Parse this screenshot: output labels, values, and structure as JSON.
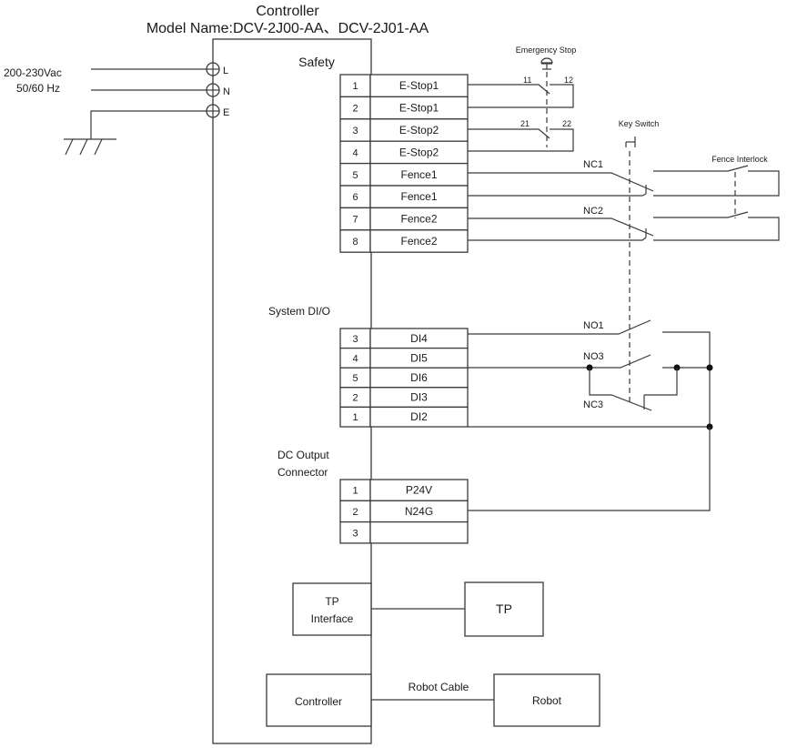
{
  "title": "Controller",
  "model_name": "Model Name:DCV-2J00-AA、DCV-2J01-AA",
  "power": {
    "voltage": "200-230Vac",
    "frequency": "50/60  Hz",
    "terminals": [
      "L",
      "N",
      "E"
    ]
  },
  "safety": {
    "title": "Safety",
    "rows": [
      {
        "pin": "1",
        "signal": "E-Stop1"
      },
      {
        "pin": "2",
        "signal": "E-Stop1"
      },
      {
        "pin": "3",
        "signal": "E-Stop2"
      },
      {
        "pin": "4",
        "signal": "E-Stop2"
      },
      {
        "pin": "5",
        "signal": "Fence1"
      },
      {
        "pin": "6",
        "signal": "Fence1"
      },
      {
        "pin": "7",
        "signal": "Fence2"
      },
      {
        "pin": "8",
        "signal": "Fence2"
      }
    ]
  },
  "system_dio": {
    "title": "System DI/O",
    "rows": [
      {
        "pin": "3",
        "signal": "DI4"
      },
      {
        "pin": "4",
        "signal": "DI5"
      },
      {
        "pin": "5",
        "signal": "DI6"
      },
      {
        "pin": "2",
        "signal": "DI3"
      },
      {
        "pin": "1",
        "signal": "DI2"
      }
    ]
  },
  "dc_output": {
    "title_line1": "DC Output",
    "title_line2": "Connector",
    "rows": [
      {
        "pin": "1",
        "signal": "P24V"
      },
      {
        "pin": "2",
        "signal": "N24G"
      },
      {
        "pin": "3",
        "signal": ""
      }
    ]
  },
  "emergency_stop": {
    "label": "Emergency Stop",
    "c1a": "11",
    "c1b": "12",
    "c2a": "21",
    "c2b": "22"
  },
  "key_switch": {
    "label": "Key Switch"
  },
  "fence_interlock": {
    "label": "Fence Interlock"
  },
  "contacts": {
    "nc1": "NC1",
    "nc2": "NC2",
    "no1": "NO1",
    "no3": "NO3",
    "nc3": "NC3"
  },
  "tp": {
    "interface_line1": "TP",
    "interface_line2": "Interface",
    "device": "TP"
  },
  "robot": {
    "controller": "Controller",
    "cable": "Robot Cable",
    "device": "Robot"
  }
}
